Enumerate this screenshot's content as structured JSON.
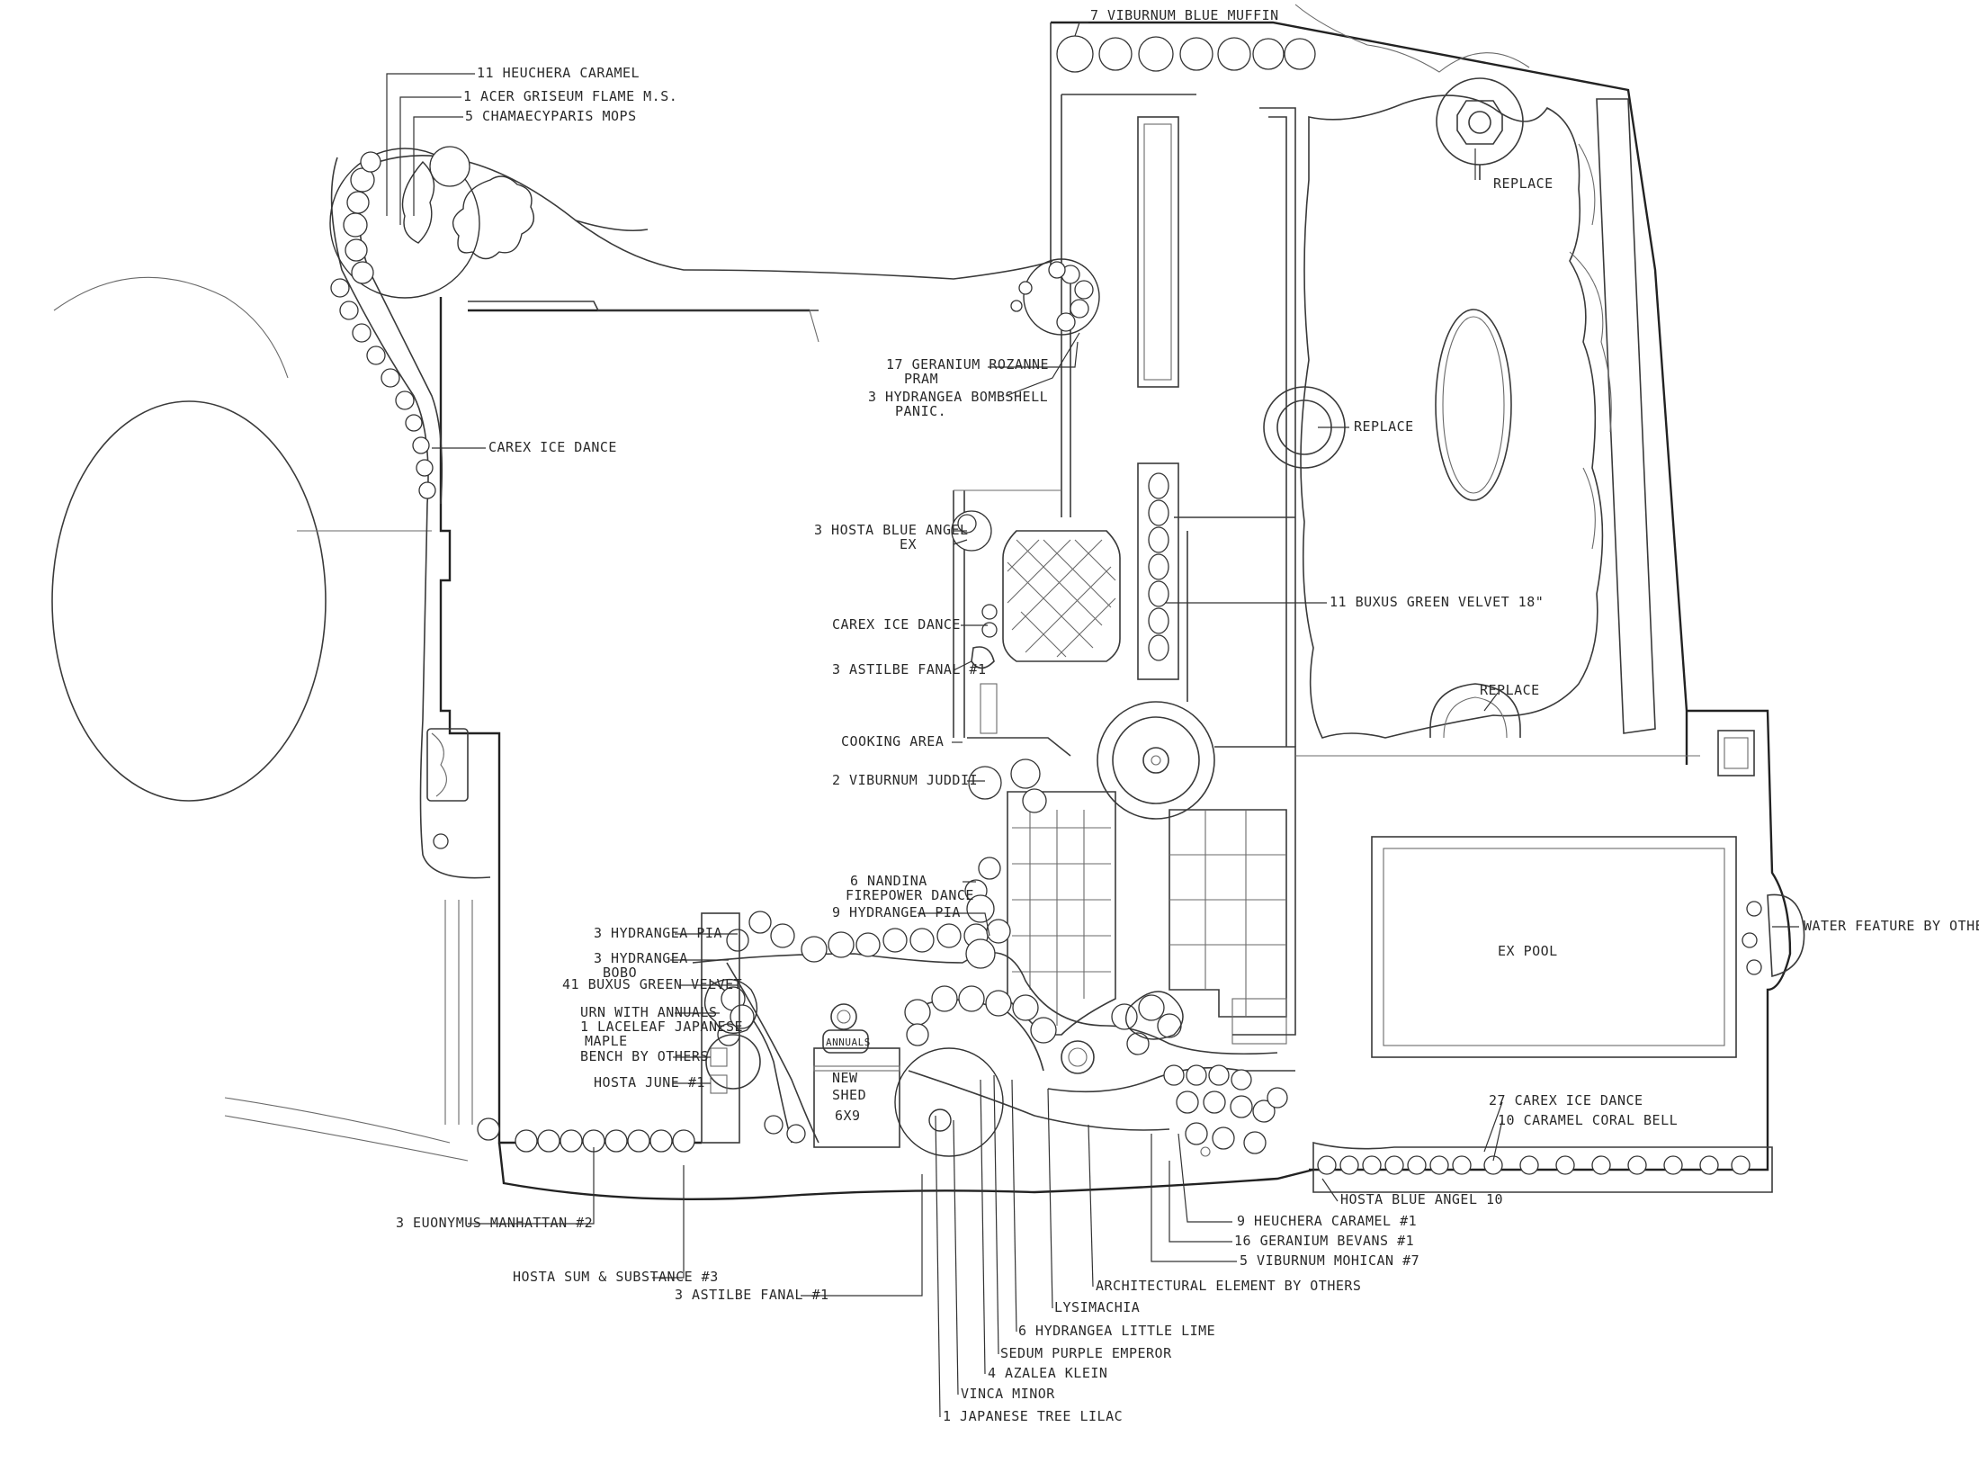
{
  "labels": {
    "viburnum_blue_muffin": "7 VIBURNUM BLUE MUFFIN",
    "heuchera_caramel_top": "11 HEUCHERA CARAMEL",
    "acer_griseum": "1 ACER GRISEUM FLAME M.S.",
    "chamaecyparis": "5 CHAMAECYPARIS MOPS",
    "carex_ice_dance_left": "CAREX ICE DANCE",
    "geranium_rozanne": "17 GERANIUM ROZANNE",
    "geranium_rozanne_2": "PRAM",
    "hydrangea_bombshell": "3 HYDRANGEA BOMBSHELL",
    "hydrangea_bombshell_2": "PANIC.",
    "replace_top": "REPLACE",
    "replace_middle": "REPLACE",
    "replace_bottom": "REPLACE",
    "hosta_blue_angel_3": "3 HOSTA BLUE ANGEL",
    "hosta_blue_angel_3b": "EX",
    "buxus_green_velvet_11": "11 BUXUS GREEN VELVET 18\"",
    "carex_ice_dance_mid": "CAREX ICE DANCE",
    "astilbe_fanal": "3 ASTILBE FANAL #1",
    "cooking_area": "COOKING AREA",
    "viburnum_juddii": "2 VIBURNUM JUDDII",
    "nandina": "6 NANDINA",
    "nandina_2": "FIREPOWER DANCE",
    "hydrangea_pia": "9 HYDRANGEA PIA",
    "hydrangea_pia_3": "3 HYDRANGEA PIA",
    "hydrangea_bobo": "3 HYDRANGEA",
    "hydrangea_bobo_2": "BOBO",
    "buxus_green_velvet_41": "41 BUXUS GREEN VELVET",
    "urn_with_annuals": "URN WITH ANNUALS",
    "japanese_maple": "1 LACELEAF JAPANESE",
    "japanese_maple_2": "MAPLE",
    "bench_by_others": "BENCH BY OTHERS",
    "hosta_june": "HOSTA JUNE #1",
    "new_shed": "NEW",
    "new_shed_2": "SHED",
    "new_shed_3": "6X9",
    "annuals_bench": "ANNUALS",
    "water_feature": "WATER FEATURE BY OTHERS",
    "ex_pool": "EX POOL",
    "carex_ice_dance_27": "27 CAREX ICE DANCE",
    "caramel_coral_bell": "10 CARAMEL CORAL BELL",
    "hosta_blue_angel_10": "HOSTA BLUE ANGEL 10",
    "euonymus": "3 EUONYMUS MANHATTAN #2",
    "hosta_sum_substance": "HOSTA SUM & SUBSTANCE #3",
    "astilbe_fanal_bottom": "3 ASTILBE FANAL #1",
    "heuchera_caramel_9": "9 HEUCHERA CARAMEL #1",
    "geranium_biokovo": "16 GERANIUM BEVANS #1",
    "viburnum_mohican": "5 VIBURNUM MOHICAN #7",
    "architectural_element": "ARCHITECTURAL ELEMENT BY OTHERS",
    "lysimachia": "LYSIMACHIA",
    "hydrangea_little_lime": "6 HYDRANGEA LITTLE LIME",
    "sedum": "SEDUM PURPLE EMPEROR",
    "azalea": "4 AZALEA KLEIN",
    "vinca_minor": "VINCA MINOR",
    "japanese_tree_lilac": "1 JAPANESE TREE LILAC"
  }
}
